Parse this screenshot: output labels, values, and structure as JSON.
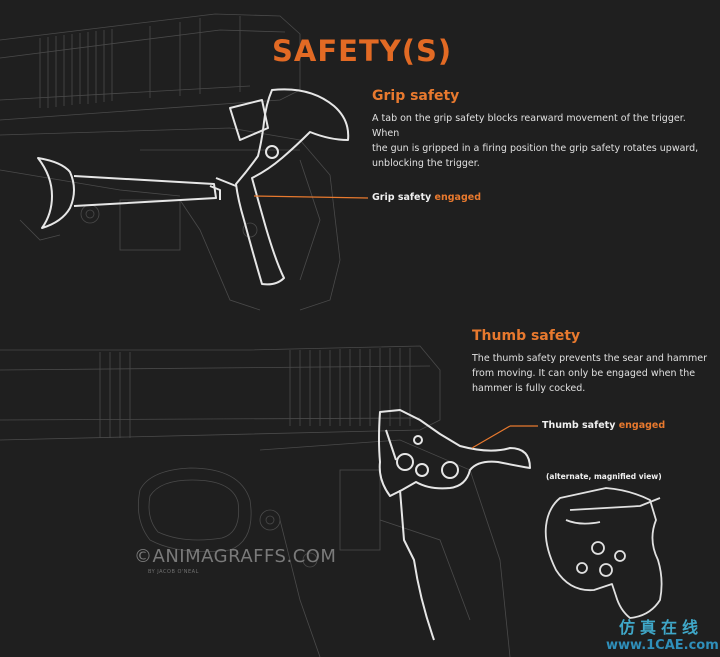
{
  "title": "SAFETY(S)",
  "grip": {
    "heading": "Grip safety",
    "description": [
      "A tab on the grip safety blocks rearward movement of the trigger. When",
      "the gun is gripped in a firing position the grip safety rotates upward,",
      "unblocking the trigger."
    ],
    "callout_prefix": "Grip safety",
    "callout_state": "engaged"
  },
  "thumb": {
    "heading": "Thumb safety",
    "description": [
      "The thumb safety prevents the sear and hammer",
      "from moving. It can only be engaged when the",
      "hammer is fully cocked."
    ],
    "callout_prefix": "Thumb safety",
    "callout_state": "engaged",
    "alternate_note": "(alternate, magnified view)"
  },
  "watermark": {
    "main": "©ANIMAGRAFFS.COM",
    "sub": "BY JACOB O'NEAL"
  },
  "corner_logo": {
    "cn": "仿真在线",
    "en": "www.1CAE.com"
  },
  "colors": {
    "background": "#1f1f1f",
    "accent": "#e8792e",
    "wireframe": "#4a4a4a",
    "highlight": "#e8e8e8"
  }
}
